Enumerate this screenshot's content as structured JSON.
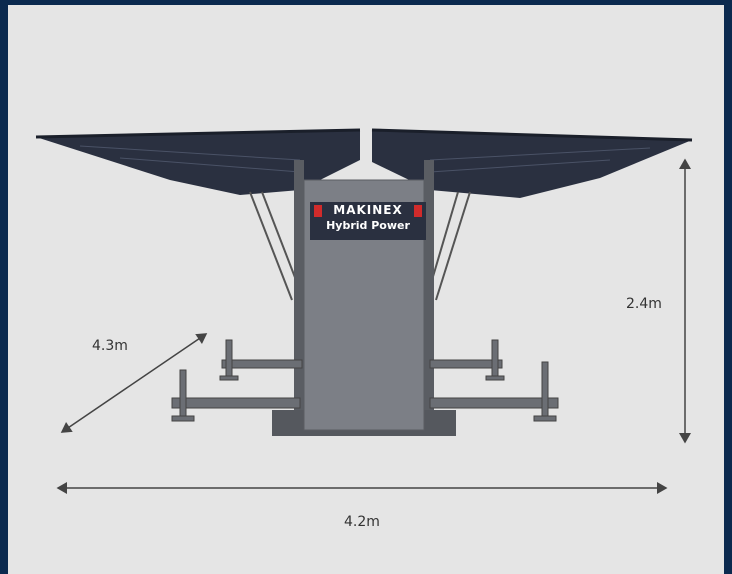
{
  "dimensions": {
    "depth": "4.3m",
    "height": "2.4m",
    "width": "4.2m"
  },
  "unit": {
    "brand_name": "MAKINEX",
    "product_label": "Hybrid Power"
  },
  "colors": {
    "border": "#0b2a4f",
    "background": "#e5e5e5",
    "panel": "#2a3040",
    "body": "#7c7f86",
    "arrow": "#444444"
  }
}
